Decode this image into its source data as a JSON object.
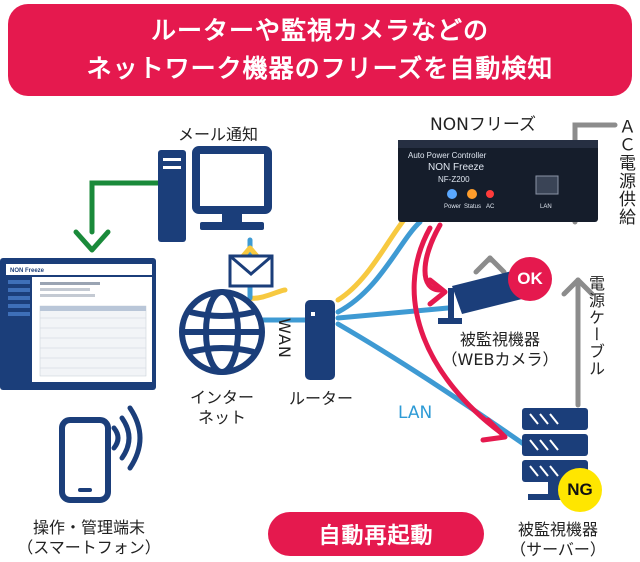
{
  "title": {
    "line1": "ルーターや監視カメラなどの",
    "line2": "ネットワーク機器のフリーズを自動検知"
  },
  "labels": {
    "mail": "メール通知",
    "product": "NONフリーズ",
    "ac_power": "ＡＣ電源供給",
    "power_cable": "電源ケーブル",
    "wan": "WAN",
    "lan": "LAN",
    "internet_l1": "インター",
    "internet_l2": "ネット",
    "router": "ルーター",
    "camera_l1": "被監視機器",
    "camera_l2": "（WEBカメラ）",
    "server_l1": "被監視機器",
    "server_l2": "（サーバー）",
    "phone_l1": "操作・管理端末",
    "phone_l2": "（スマートフォン）",
    "reboot": "自動再起動",
    "ok": "OK",
    "ng": "NG"
  },
  "device": {
    "brand_line1": "Auto Power Controller",
    "brand_line2": "NON Freeze",
    "model": "NF-Z200",
    "led_power": "Power",
    "led_status": "Status",
    "led_ac": "AC",
    "port": "LAN"
  },
  "screen": {
    "app_title": "NON Freeze"
  },
  "colors": {
    "accent_red": "#e5194e",
    "navy": "#1b3e7a",
    "lan_blue": "#3e9ad3",
    "wan_yellow": "#f7c940",
    "green_arrow": "#1a8a3a",
    "gray_cable": "#8c8c8c",
    "ng_yellow": "#ffe600"
  }
}
